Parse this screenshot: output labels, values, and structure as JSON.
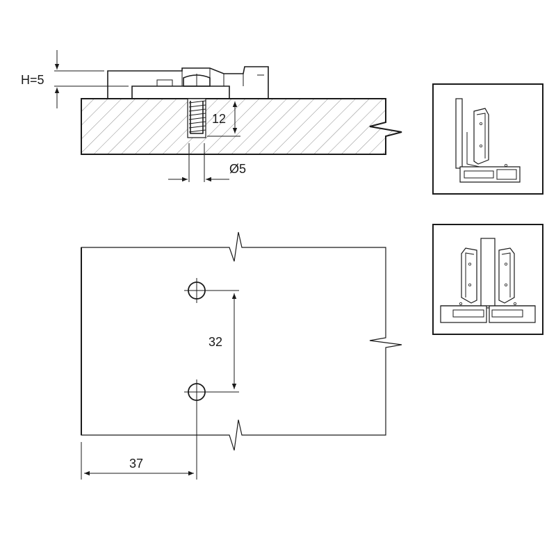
{
  "side_view": {
    "height_label": "H=5",
    "depth_label": "12",
    "diameter_label": "Ø5"
  },
  "top_view": {
    "spacing_label": "32",
    "offset_label": "37"
  },
  "colors": {
    "line": "#1a1a1a",
    "hatch": "#8a8a8a",
    "frame": "#1a1a1a",
    "background": "#ffffff"
  },
  "thumbnails": [
    {
      "name": "single-hinge-preview"
    },
    {
      "name": "double-hinge-preview"
    }
  ]
}
